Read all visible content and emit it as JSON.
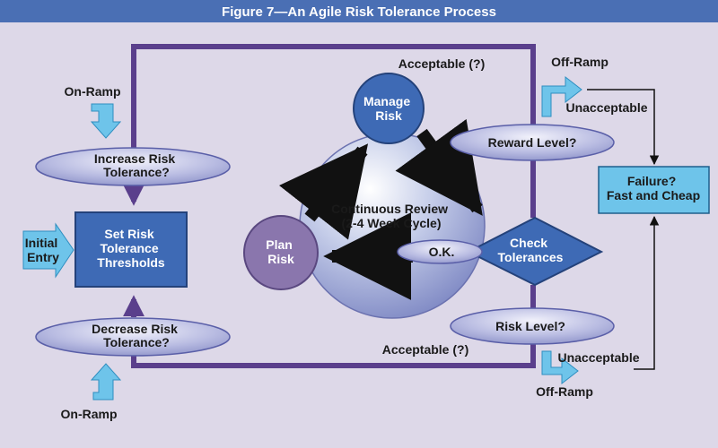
{
  "figure_title": "Figure 7—An Agile Risk Tolerance Process",
  "colors": {
    "title_bar": "#4a6fb4",
    "background": "#ddd8e8",
    "frame": "#5a3f8c",
    "node_blue": "#3e6ab5",
    "node_purple": "#8a76ad",
    "light_blue": "#6ec4ea",
    "arrow_black": "#111111"
  },
  "nodes": {
    "set_thresholds": [
      "Set Risk",
      "Tolerance",
      "Thresholds"
    ],
    "manage_risk": [
      "Manage",
      "Risk"
    ],
    "plan_risk": [
      "Plan",
      "Risk"
    ],
    "check_tolerances": [
      "Check",
      "Tolerances"
    ],
    "failure": [
      "Failure?",
      "Fast and Cheap"
    ],
    "continuous_review": [
      "Continuous Review",
      "(2-4 Week Cycle)"
    ]
  },
  "ovals": {
    "increase": [
      "Increase Risk",
      "Tolerance?"
    ],
    "decrease": [
      "Decrease Risk",
      "Tolerance?"
    ],
    "reward_level": "Reward Level?",
    "risk_level": "Risk Level?",
    "ok": "O.K."
  },
  "labels": {
    "on_ramp_top": "On-Ramp",
    "on_ramp_bottom": "On-Ramp",
    "initial_entry": [
      "Initial",
      "Entry"
    ],
    "acceptable_top": "Acceptable (?)",
    "acceptable_bottom": "Acceptable (?)",
    "off_ramp_top": "Off-Ramp",
    "off_ramp_bottom": "Off-Ramp",
    "unacceptable_top": "Unacceptable",
    "unacceptable_bottom": "Unacceptable"
  }
}
